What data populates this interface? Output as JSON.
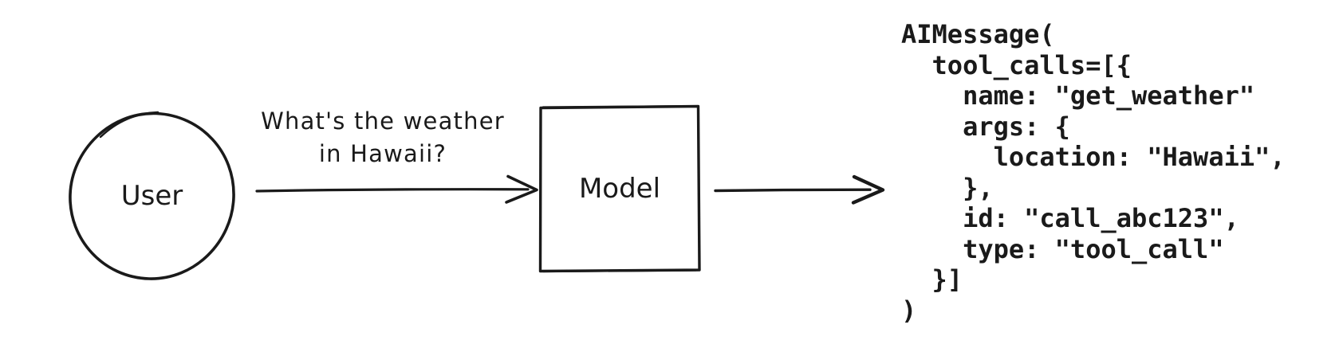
{
  "diagram": {
    "nodes": [
      {
        "id": "user",
        "shape": "circle",
        "label": "User"
      },
      {
        "id": "model",
        "shape": "rectangle",
        "label": "Model"
      }
    ],
    "edges": [
      {
        "from": "user",
        "to": "model",
        "label_line1": "What's the weather",
        "label_line2": "in Hawaii?"
      },
      {
        "from": "model",
        "to": "ai-message-output",
        "label_line1": "",
        "label_line2": ""
      }
    ]
  },
  "code": {
    "text": "AIMessage(\n  tool_calls=[{\n    name: \"get_weather\"\n    args: {\n      location: \"Hawaii\",\n    },\n    id: \"call_abc123\",\n    type: \"tool_call\"\n  }]\n)",
    "lines": [
      "AIMessage(",
      "  tool_calls=[{",
      "    name: \"get_weather\"",
      "    args: {",
      "      location: \"Hawaii\",",
      "    },",
      "    id: \"call_abc123\",",
      "    type: \"tool_call\"",
      "  }]",
      ")"
    ]
  },
  "colors": {
    "ink": "#1a1a1a",
    "background": "#ffffff"
  }
}
